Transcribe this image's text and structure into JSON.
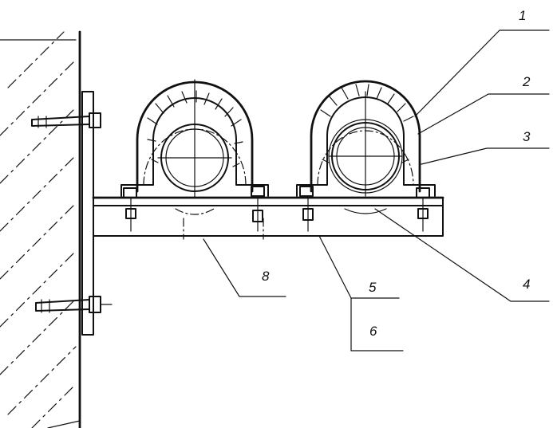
{
  "figure": {
    "callouts": [
      {
        "id": "callout-1",
        "label": "1"
      },
      {
        "id": "callout-2",
        "label": "2"
      },
      {
        "id": "callout-3",
        "label": "3"
      },
      {
        "id": "callout-4",
        "label": "4"
      },
      {
        "id": "callout-5",
        "label": "5"
      },
      {
        "id": "callout-6",
        "label": "6"
      },
      {
        "id": "callout-8",
        "label": "8"
      }
    ],
    "colors": {
      "ink": "#111111",
      "paper": "#ffffff"
    }
  }
}
